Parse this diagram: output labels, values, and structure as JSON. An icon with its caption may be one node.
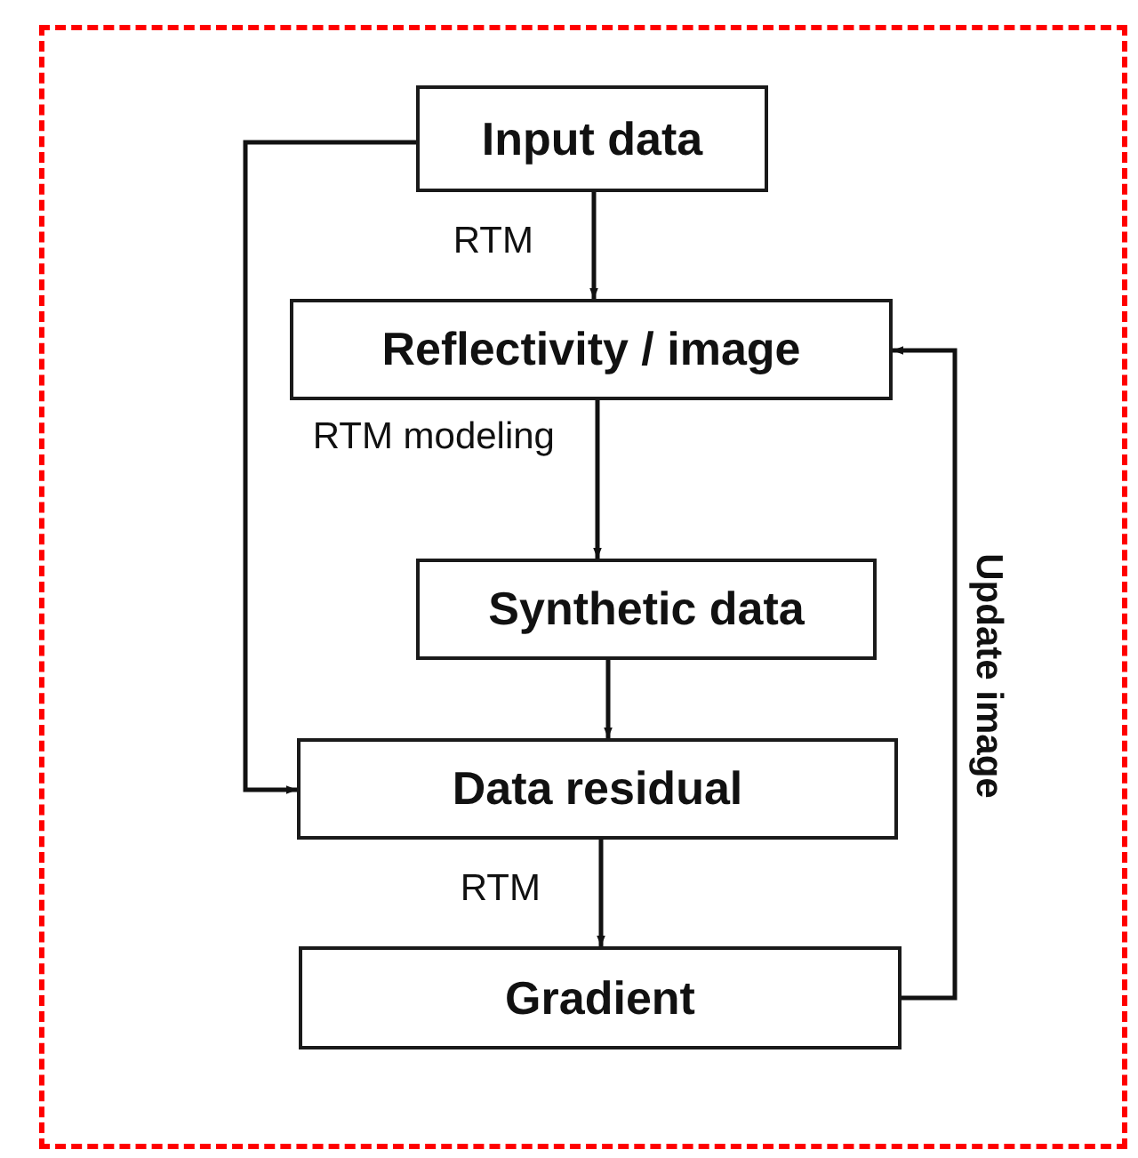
{
  "diagram": {
    "nodes": [
      {
        "text": [
          "Input data"
        ]
      },
      {
        "text": [
          "Reflectivity / image"
        ]
      },
      {
        "text": [
          "Synthetic data"
        ]
      },
      {
        "text": [
          "Data residual"
        ]
      },
      {
        "text": [
          "Gradient"
        ]
      }
    ],
    "edges": [
      {
        "from": 0,
        "to": 1,
        "arrow": "to",
        "label": "RTM"
      },
      {
        "from": 1,
        "to": 2,
        "arrow": "to",
        "label": "RTM modeling"
      },
      {
        "from": 2,
        "to": 3,
        "arrow": "to"
      },
      {
        "from": 0,
        "to": 3,
        "arrow": "to"
      },
      {
        "from": 3,
        "to": 4,
        "arrow": "to",
        "label": "RTM"
      },
      {
        "from": 4,
        "to": 1,
        "arrow": "to",
        "label": "Update image"
      }
    ]
  }
}
